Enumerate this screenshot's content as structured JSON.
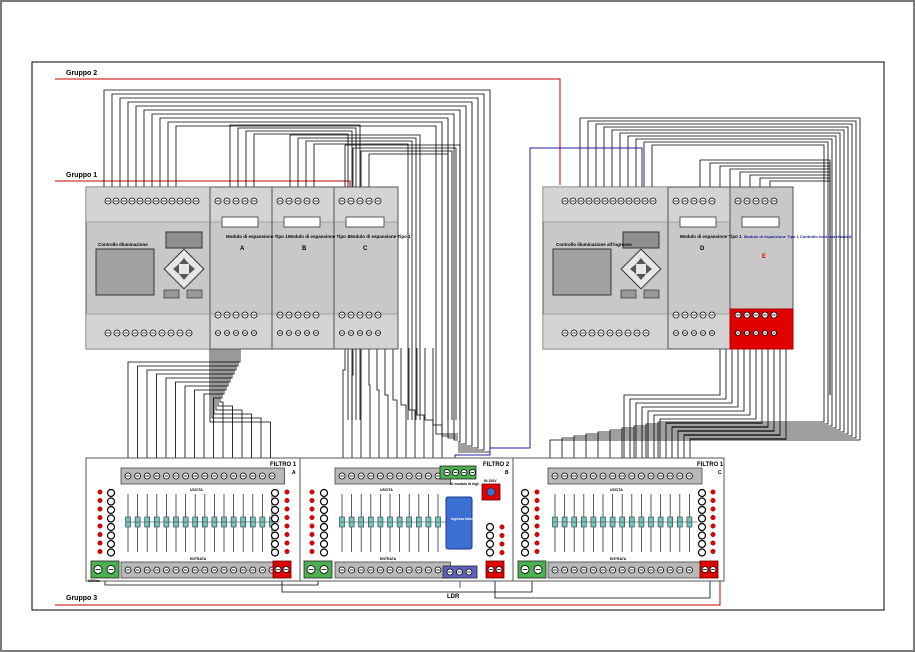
{
  "groups": {
    "g1": "Gruppo 1",
    "g2": "Gruppo 2",
    "g3": "Gruppo 3"
  },
  "left_controller": {
    "main_title": "Controllo Illuminazione",
    "module_title": "Modulo di espansione Tipo 1",
    "modules": [
      "A",
      "B",
      "C"
    ]
  },
  "right_controller": {
    "main_title": "Controllo illuminazione all'ingresso",
    "module_d_title": "Modulo di espansione Tipo 1",
    "module_d_letter": "D",
    "module_e_title": "Modulo di espansione Tipo 1 Controllo richiesta ritardato",
    "module_e_letter": "E"
  },
  "filters": {
    "f1_title": "FILTRO 1",
    "f1_letter": "A",
    "f2_title": "FILTRO 2",
    "f2_letter": "B",
    "f3_title": "FILTRO 1",
    "f3_letter": "C",
    "uscita": "USCITA",
    "entrata": "ENTRATA",
    "out_label": "Al modulo di ingr.",
    "in_label": "IN 230V",
    "rele_label": "Ingresso fotocell. soglia",
    "ldr": "LDR",
    "aliment": "230Vac"
  },
  "colors": {
    "panel_grey": "#c8c8c8",
    "wire_black": "#000000",
    "wire_red": "#c00000",
    "wire_blue": "#2020a0",
    "accent_red": "#e00000",
    "blue_box": "#3b6fd4"
  }
}
